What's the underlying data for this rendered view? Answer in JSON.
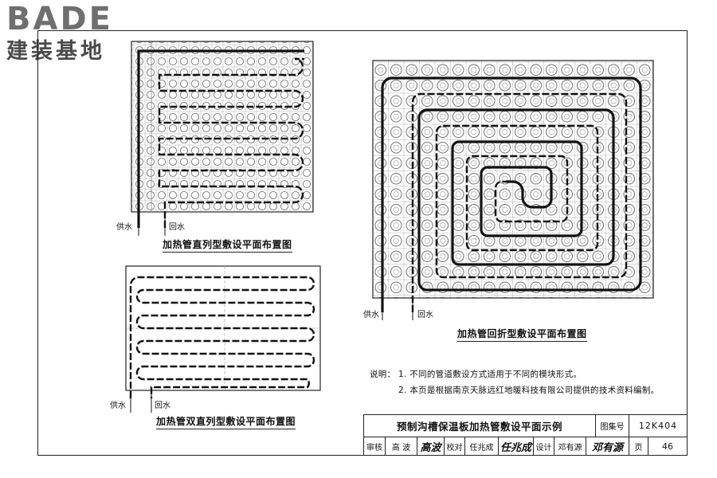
{
  "logo": {
    "brand": "BADE",
    "subtitle": "建装基地"
  },
  "diagrams": {
    "straight": {
      "caption": "加热管直列型敷设平面布置图",
      "supply_label": "供水",
      "return_label": "回水"
    },
    "double": {
      "caption": "加热管双直列型敷设平面布置图",
      "supply_label": "供水",
      "return_label": "回水"
    },
    "spiral": {
      "caption": "加热管回折型敷设平面布置图",
      "supply_label": "供水",
      "return_label": "回水"
    }
  },
  "notes": {
    "heading": "说明：",
    "items": [
      "1. 不同的管道敷设方式适用于不同的模块形式。",
      "2. 本页是根据南京天脉远红地暖科技有限公司提供的技术资料编制。"
    ]
  },
  "title_block": {
    "title": "预制沟槽保温板加热管敷设平面示例",
    "atlas_label": "图集号",
    "atlas_number": "12K404",
    "review_label": "审核",
    "reviewer": "高  波",
    "reviewer_signature": "高波",
    "check_label": "校对",
    "checker": "任兆成",
    "checker_signature": "任兆成",
    "design_label": "设计",
    "designer": "邓有源",
    "designer_signature": "邓有源",
    "page_label": "页",
    "page_number": "46"
  }
}
